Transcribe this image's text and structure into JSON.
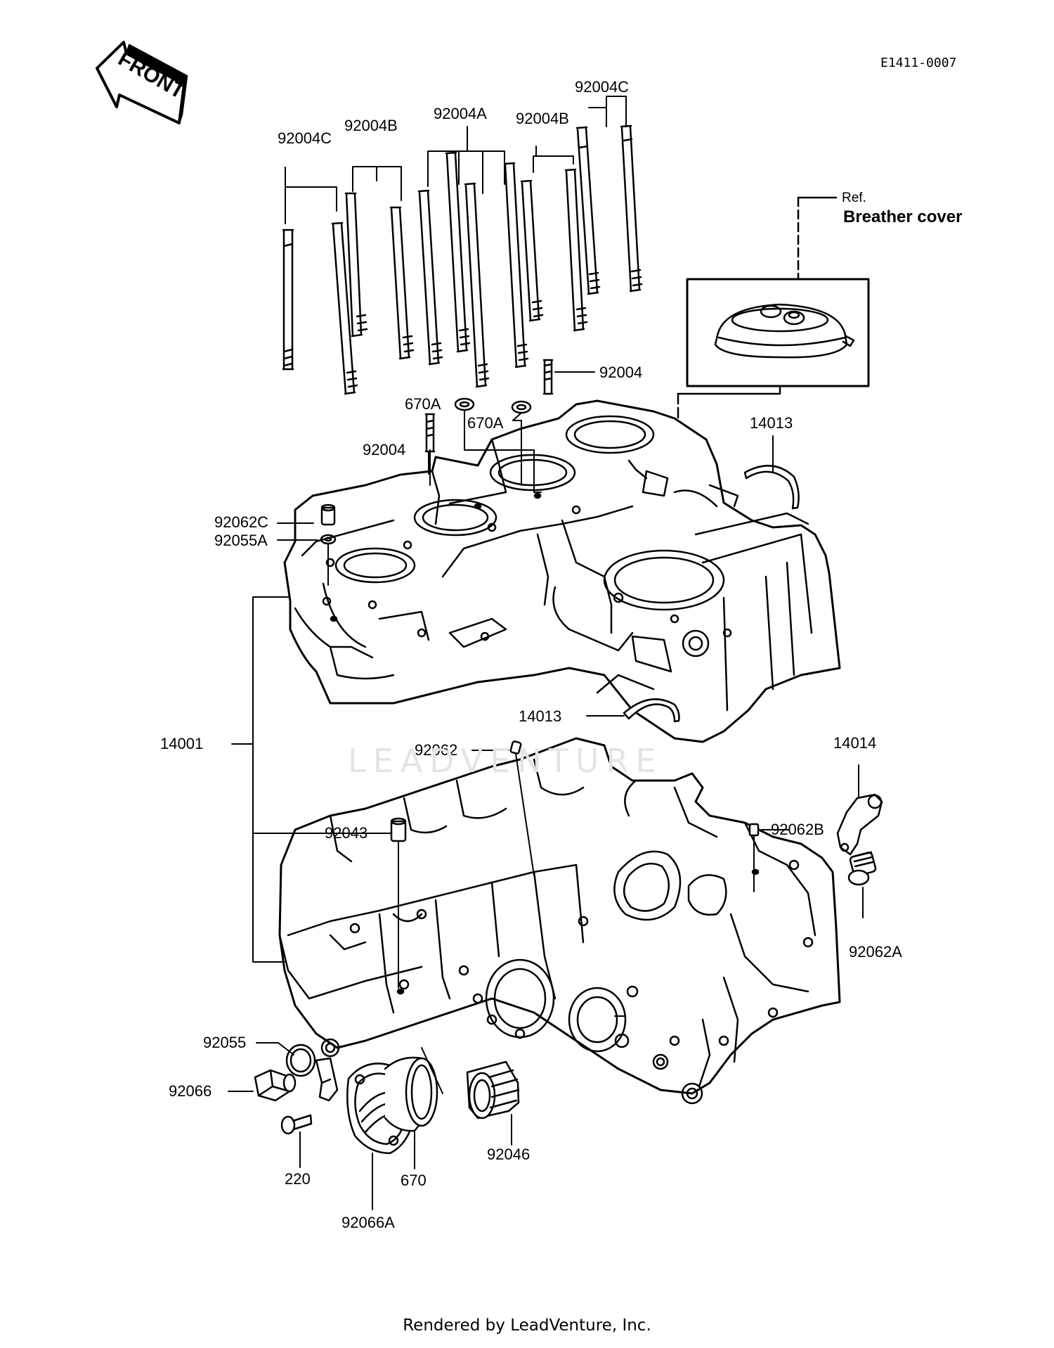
{
  "doc_id": "E1411-0007",
  "front_label": "FRONT",
  "watermark": "LEADVENTURE",
  "footer": "Rendered by LeadVenture, Inc.",
  "ref": {
    "prefix": "Ref.",
    "title": "Breather cover"
  },
  "parts": {
    "p92004C_right": "92004C",
    "p92004A": "92004A",
    "p92004B_left": "92004B",
    "p92004B_right": "92004B",
    "p92004C_left": "92004C",
    "p92004_upper": "92004",
    "p670A_left": "670A",
    "p670A_right": "670A",
    "p92004_lower": "92004",
    "p14013_upper": "14013",
    "p92062C": "92062C",
    "p92055A": "92055A",
    "p14001": "14001",
    "p14013_lower": "14013",
    "p92062": "92062",
    "p14014": "14014",
    "p92043": "92043",
    "p92062B": "92062B",
    "p92062A": "92062A",
    "p92055": "92055",
    "p92066": "92066",
    "p220": "220",
    "p670": "670",
    "p92046": "92046",
    "p92066A": "92066A"
  }
}
